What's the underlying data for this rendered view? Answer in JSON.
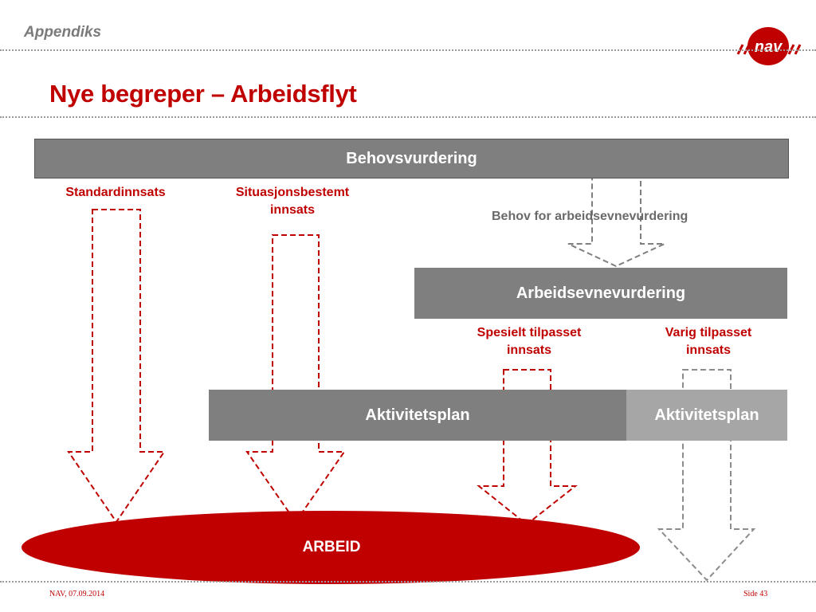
{
  "header": {
    "section_label": "Appendiks",
    "logo_text": "nav"
  },
  "title": "Nye begreper – Arbeidsflyt",
  "diagram": {
    "behovsvurdering": "Behovsvurdering",
    "standardinnsats": "Standardinnsats",
    "situasjonsbestemt_line1": "Situasjonsbestemt",
    "situasjonsbestemt_line2": "innsats",
    "behov_for_arbeidsevnevurdering": "Behov for arbeidsevnevurdering",
    "arbeidsevnevurdering": "Arbeidsevnevurdering",
    "spesielt_line1": "Spesielt tilpasset",
    "spesielt_line2": "innsats",
    "varig_line1": "Varig tilpasset",
    "varig_line2": "innsats",
    "aktivitetsplan_1": "Aktivitetsplan",
    "aktivitetsplan_2": "Aktivitetsplan",
    "arbeid": "ARBEID"
  },
  "footer": {
    "left": "NAV, 07.09.2014",
    "right": "Side 43"
  },
  "colors": {
    "brand_red": "#c00000",
    "bar_dark_grey": "#7f7f7f",
    "bar_light_grey": "#a6a6a6",
    "arrow_grey": "#8c8c8c"
  }
}
